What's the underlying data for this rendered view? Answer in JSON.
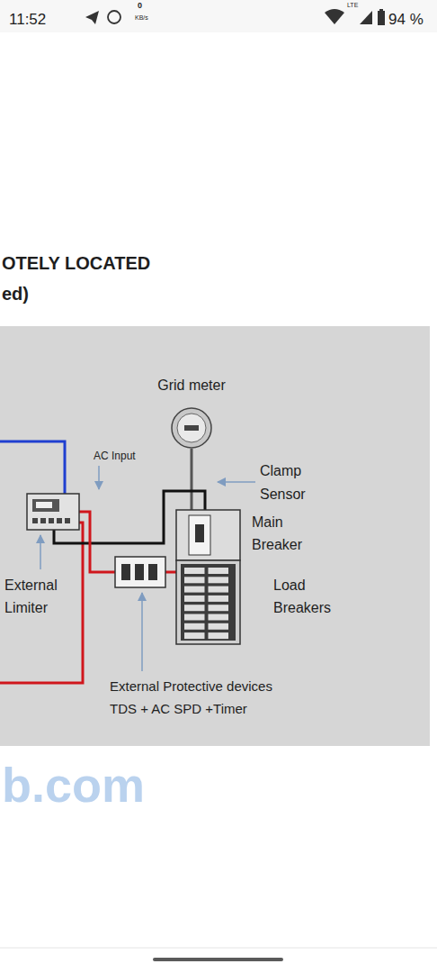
{
  "diagram": {
    "nodes": [
      {
        "text": [
          "Grid meter"
        ]
      },
      {
        "text": [
          "External Limiter"
        ]
      },
      {
        "text": [
          "Main Breaker"
        ]
      },
      {
        "text": [
          "Load Breakers"
        ]
      },
      {
        "text": [
          "External Protective devices",
          "TDS + AC SPD +Timer"
        ]
      }
    ],
    "edges": [
      {
        "from": 0,
        "to": 2,
        "arrow": "none"
      },
      {
        "from": 1,
        "to": 2,
        "arrow": "none"
      },
      {
        "from": 1,
        "to": 4,
        "arrow": "none"
      },
      {
        "from": 4,
        "to": 3,
        "arrow": "none"
      }
    ],
    "labels": [
      "11:52",
      "0",
      "KB/s",
      "LTE",
      "94 %",
      "OTELY LOCATED",
      "ed)",
      "AC Input",
      "Clamp Sensor",
      "b.com"
    ]
  }
}
